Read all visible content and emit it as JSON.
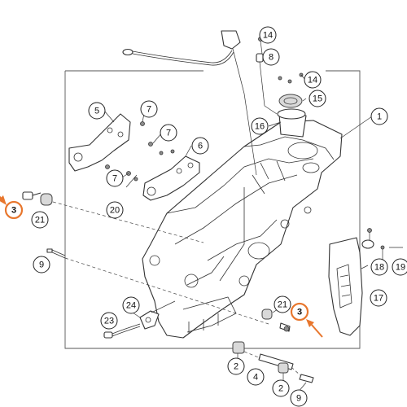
{
  "accent_color": "#e8772e",
  "callouts": [
    {
      "id": "c1",
      "label": "1"
    },
    {
      "id": "c3a",
      "label": "3",
      "highlight": true
    },
    {
      "id": "c3b",
      "label": "3",
      "highlight": true
    },
    {
      "id": "c2a",
      "label": "2"
    },
    {
      "id": "c2b",
      "label": "2"
    },
    {
      "id": "c4",
      "label": "4"
    },
    {
      "id": "c5",
      "label": "5"
    },
    {
      "id": "c6",
      "label": "6"
    },
    {
      "id": "c7a",
      "label": "7"
    },
    {
      "id": "c7b",
      "label": "7"
    },
    {
      "id": "c7c",
      "label": "7"
    },
    {
      "id": "c8",
      "label": "8"
    },
    {
      "id": "c9a",
      "label": "9"
    },
    {
      "id": "c9b",
      "label": "9"
    },
    {
      "id": "c14a",
      "label": "14"
    },
    {
      "id": "c14b",
      "label": "14"
    },
    {
      "id": "c15",
      "label": "15"
    },
    {
      "id": "c16",
      "label": "16"
    },
    {
      "id": "c17",
      "label": "17"
    },
    {
      "id": "c18",
      "label": "18"
    },
    {
      "id": "c19",
      "label": "19"
    },
    {
      "id": "c20",
      "label": "20"
    },
    {
      "id": "c21a",
      "label": "21"
    },
    {
      "id": "c21b",
      "label": "21"
    },
    {
      "id": "c23",
      "label": "23"
    },
    {
      "id": "c24",
      "label": "24"
    }
  ]
}
